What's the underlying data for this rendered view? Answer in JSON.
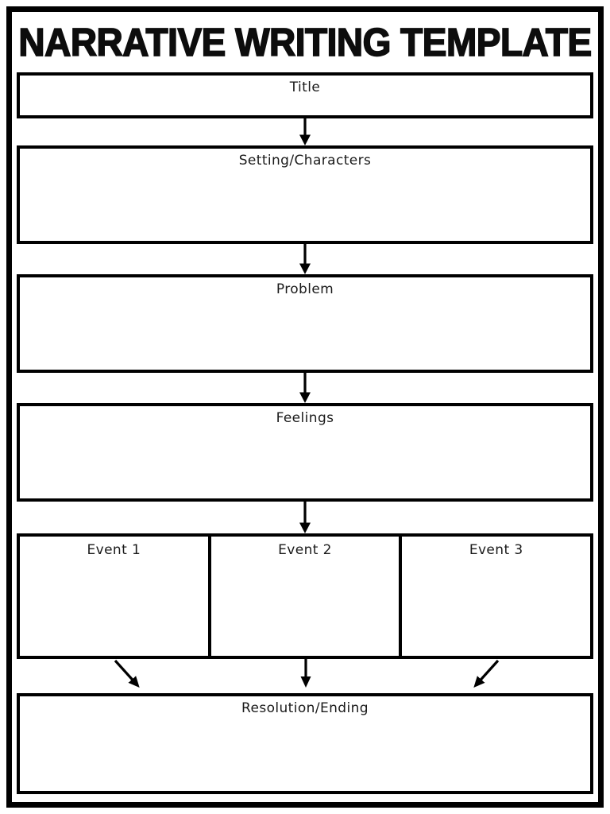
{
  "page": {
    "title": "NARRATIVE WRITING TEMPLATE"
  },
  "diagram": {
    "type": "flowchart-graphic-organizer",
    "colors": {
      "border": "#000000",
      "background": "#ffffff",
      "text": "#1a1a1a"
    },
    "boxes": [
      {
        "id": "title",
        "label": "Title"
      },
      {
        "id": "setting-characters",
        "label": "Setting/Characters"
      },
      {
        "id": "problem",
        "label": "Problem"
      },
      {
        "id": "feelings",
        "label": "Feelings"
      },
      {
        "id": "event-1",
        "label": "Event 1"
      },
      {
        "id": "event-2",
        "label": "Event 2"
      },
      {
        "id": "event-3",
        "label": "Event 3"
      },
      {
        "id": "resolution-ending",
        "label": "Resolution/Ending"
      }
    ],
    "connections": [
      {
        "from": "title",
        "to": "setting-characters"
      },
      {
        "from": "setting-characters",
        "to": "problem"
      },
      {
        "from": "problem",
        "to": "feelings"
      },
      {
        "from": "feelings",
        "to": "events-row"
      },
      {
        "from": "event-1",
        "to": "resolution-ending"
      },
      {
        "from": "event-2",
        "to": "resolution-ending"
      },
      {
        "from": "event-3",
        "to": "resolution-ending"
      }
    ]
  }
}
